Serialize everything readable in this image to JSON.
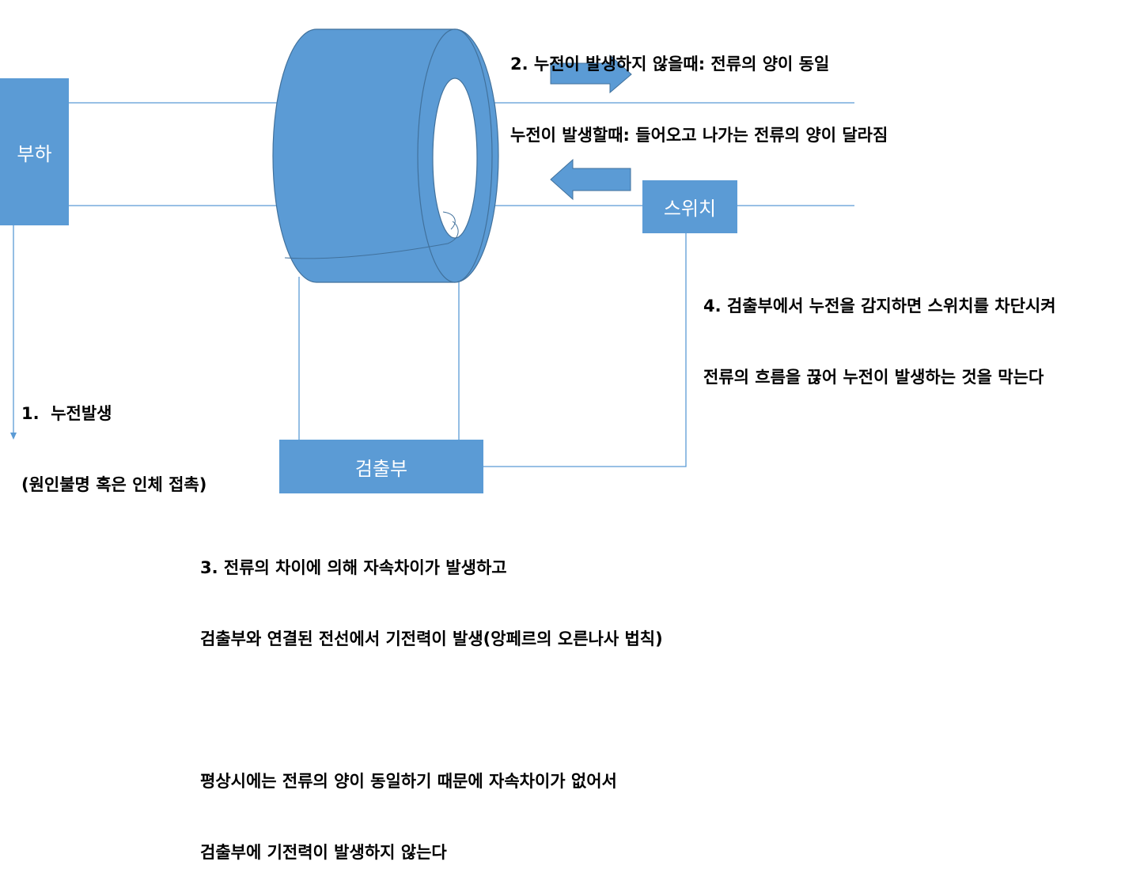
{
  "colors": {
    "shape_fill": "#5b9bd5",
    "shape_stroke": "#41719c",
    "line": "#5b9bd5",
    "label_text": "#ffffff",
    "note_text": "#000000"
  },
  "components": {
    "load": "부하",
    "switch": "스위치",
    "detector": "검출부",
    "core": "ring-core"
  },
  "notes": {
    "step1": [
      "1.  누전발생",
      "(원인불명 혹은 인체 접촉)"
    ],
    "step2": [
      "2. 누전이 발생하지 않을때: 전류의 양이 동일",
      "누전이 발생할때: 들어오고 나가는 전류의 양이 달라짐"
    ],
    "step3": [
      "3. 전류의 차이에 의해 자속차이가 발생하고",
      "검출부와 연결된 전선에서 기전력이 발생(앙페르의 오른나사 법칙)",
      "",
      "평상시에는 전류의 양이 동일하기 때문에 자속차이가 없어서",
      "검출부에 기전력이 발생하지 않는다"
    ],
    "step4": [
      "4. 검출부에서 누전을 감지하면 스위치를 차단시켜",
      "전류의 흐름을 끊어 누전이 발생하는 것을 막는다"
    ]
  },
  "arrows": {
    "top": "right-arrow",
    "bottom": "left-arrow"
  }
}
